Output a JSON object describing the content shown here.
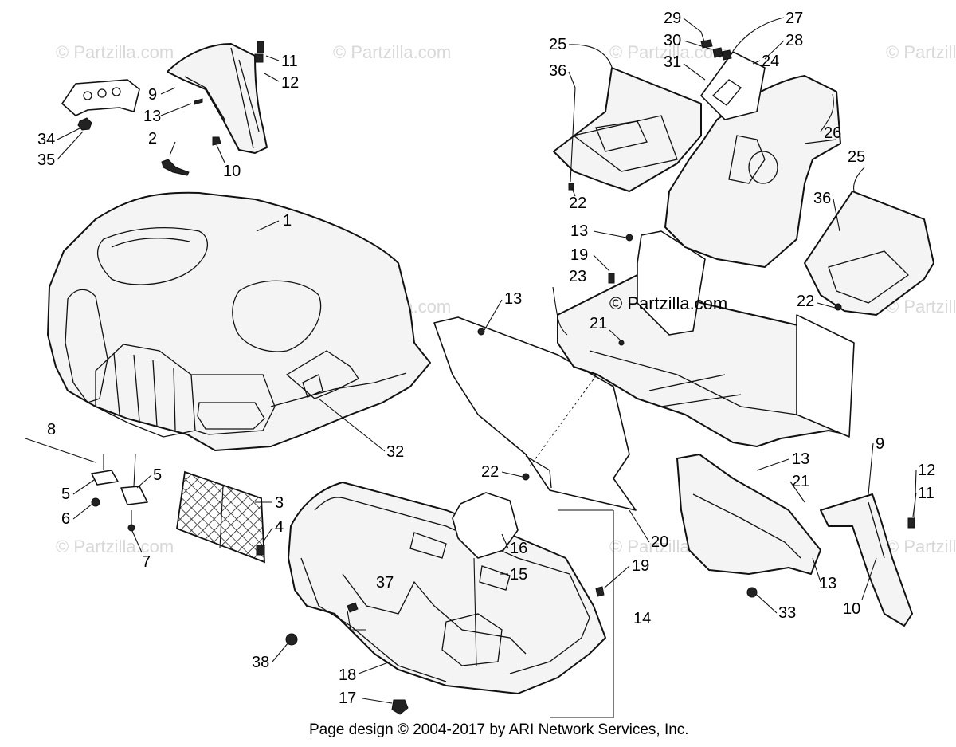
{
  "diagram": {
    "credit": "© Partzilla.com",
    "footer": "Page design © 2004-2017 by ARI Network Services, Inc.",
    "watermark": "© Partzilla.com",
    "callouts": [
      {
        "id": "c1",
        "label": "1"
      },
      {
        "id": "c2",
        "label": "2"
      },
      {
        "id": "c3",
        "label": "3"
      },
      {
        "id": "c4",
        "label": "4"
      },
      {
        "id": "c5a",
        "label": "5"
      },
      {
        "id": "c5b",
        "label": "5"
      },
      {
        "id": "c6",
        "label": "6"
      },
      {
        "id": "c7",
        "label": "7"
      },
      {
        "id": "c8",
        "label": "8"
      },
      {
        "id": "c9a",
        "label": "9"
      },
      {
        "id": "c9b",
        "label": "9"
      },
      {
        "id": "c10a",
        "label": "10"
      },
      {
        "id": "c10b",
        "label": "10"
      },
      {
        "id": "c11a",
        "label": "11"
      },
      {
        "id": "c11b",
        "label": "11"
      },
      {
        "id": "c12a",
        "label": "12"
      },
      {
        "id": "c12b",
        "label": "12"
      },
      {
        "id": "c13a",
        "label": "13"
      },
      {
        "id": "c13b",
        "label": "13"
      },
      {
        "id": "c13c",
        "label": "13"
      },
      {
        "id": "c13d",
        "label": "13"
      },
      {
        "id": "c13e",
        "label": "13"
      },
      {
        "id": "c14",
        "label": "14"
      },
      {
        "id": "c15",
        "label": "15"
      },
      {
        "id": "c16",
        "label": "16"
      },
      {
        "id": "c17",
        "label": "17"
      },
      {
        "id": "c18",
        "label": "18"
      },
      {
        "id": "c19a",
        "label": "19"
      },
      {
        "id": "c19b",
        "label": "19"
      },
      {
        "id": "c20",
        "label": "20"
      },
      {
        "id": "c21a",
        "label": "21"
      },
      {
        "id": "c21b",
        "label": "21"
      },
      {
        "id": "c22a",
        "label": "22"
      },
      {
        "id": "c22b",
        "label": "22"
      },
      {
        "id": "c22c",
        "label": "22"
      },
      {
        "id": "c23",
        "label": "23"
      },
      {
        "id": "c24",
        "label": "24"
      },
      {
        "id": "c25a",
        "label": "25"
      },
      {
        "id": "c25b",
        "label": "25"
      },
      {
        "id": "c26",
        "label": "26"
      },
      {
        "id": "c27",
        "label": "27"
      },
      {
        "id": "c28",
        "label": "28"
      },
      {
        "id": "c29",
        "label": "29"
      },
      {
        "id": "c30",
        "label": "30"
      },
      {
        "id": "c31",
        "label": "31"
      },
      {
        "id": "c32",
        "label": "32"
      },
      {
        "id": "c33",
        "label": "33"
      },
      {
        "id": "c34",
        "label": "34"
      },
      {
        "id": "c35",
        "label": "35"
      },
      {
        "id": "c36a",
        "label": "36"
      },
      {
        "id": "c36b",
        "label": "36"
      },
      {
        "id": "c37",
        "label": "37"
      },
      {
        "id": "c38",
        "label": "38"
      }
    ]
  }
}
